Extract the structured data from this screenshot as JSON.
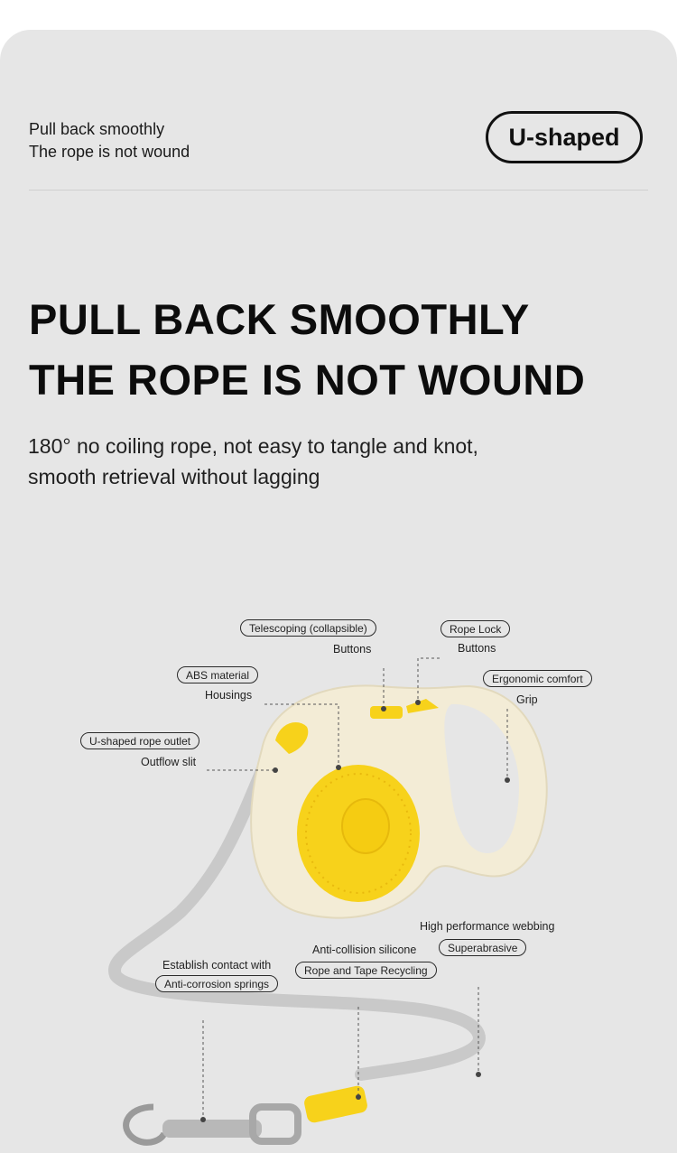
{
  "header": {
    "tag_line_1": "Pull back smoothly",
    "tag_line_2": "The rope is not wound",
    "badge": "U-shaped"
  },
  "hero": {
    "headline_1": "PULL BACK SMOOTHLY",
    "headline_2": "THE ROPE IS NOT WOUND",
    "desc_1": "180° no coiling rope, not easy to tangle and knot,",
    "desc_2": "smooth retrieval without lagging"
  },
  "callouts": {
    "telescoping": {
      "pill": "Telescoping (collapsible)",
      "sub": "Buttons"
    },
    "rope_lock": {
      "pill": "Rope Lock",
      "sub": "Buttons"
    },
    "abs": {
      "pill": "ABS material",
      "sub": "Housings"
    },
    "ergonomic": {
      "pill": "Ergonomic comfort",
      "sub": "Grip"
    },
    "outlet": {
      "pill": "U-shaped rope outlet",
      "sub": "Outflow slit"
    },
    "webbing": {
      "sub": "High performance webbing",
      "pill": "Superabrasive"
    },
    "silicone": {
      "sub": "Anti-collision silicone",
      "pill": "Rope and Tape Recycling"
    },
    "springs": {
      "sub": "Establish contact with",
      "pill": "Anti-corrosion springs"
    }
  },
  "colors": {
    "background": "#e6e6e6",
    "body": "#f3ecd6",
    "accent": "#f7d21b",
    "tape": "#cfcfcf"
  }
}
